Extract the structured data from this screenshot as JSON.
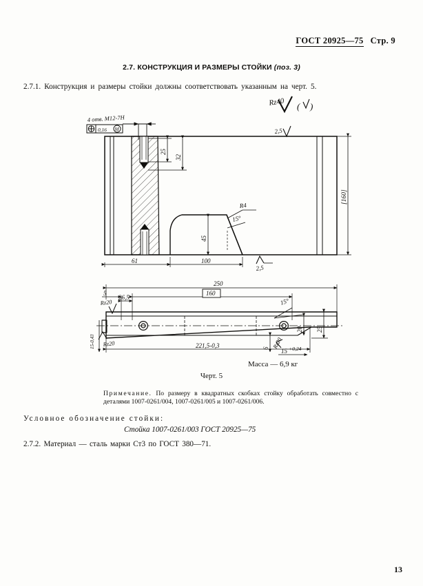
{
  "header": {
    "standard": "ГОСТ 20925—75",
    "page_label": "Стр. 9"
  },
  "section": {
    "number": "2.7.",
    "title": "КОНСТРУКЦИЯ И РАЗМЕРЫ СТОЙКИ",
    "position_note": "(поз. 3)",
    "paragraph_1": "2.7.1. Конструкция и размеры стойки должны соответствовать указанным на черт. 5."
  },
  "drawing": {
    "figure_caption": "Черт. 5",
    "mass": "Масса — 6,9 кг",
    "roughness_general": "Rz40",
    "roughness_general_suffix": "( )",
    "hole_note": "4 отв. M12-7H",
    "tolerance_symbol": "⊕",
    "tolerance_value": "0,16",
    "tolerance_modifier": "M",
    "top_view": {
      "dim_25": "25",
      "dim_32": "32",
      "dim_45": "45",
      "dim_61": "61",
      "dim_100": "100",
      "dim_160_bracket": "[160]",
      "radius_r4": "R4",
      "angle_15": "15°",
      "rough_top": "2,5",
      "rough_bottom": "2,5"
    },
    "bottom_view": {
      "dim_250": "250",
      "dim_160_box": "160",
      "dim_5": "5",
      "dim_26_5": "26,5",
      "dim_221_5": "221,5-0,3",
      "dim_15_tol": "15",
      "dim_15_tol_sup": "+0,24",
      "dim_20": "20",
      "dim_25": "25",
      "dim_6": "6",
      "dim_15_left": "15-0,43",
      "angle_15": "15°",
      "rough_rz20_a": "Rz20",
      "rough_rz20_b": "Rz20",
      "rough_rz20_c": "Rz20"
    }
  },
  "note": {
    "lead": "Примечание.",
    "body": " По размеру в квадратных скобках стойку обработать совместно с деталями 1007-0261/004, 1007-0261/005 и 1007-0261/006."
  },
  "designation": {
    "label": "Условное обозначение стойки:",
    "value": "Стойка 1007-0261/003 ГОСТ 20925—75"
  },
  "material": {
    "paragraph_2": "2.7.2. Материал — сталь марки Ст3 по ГОСТ 380—71."
  },
  "footer": {
    "page_number": "13"
  }
}
